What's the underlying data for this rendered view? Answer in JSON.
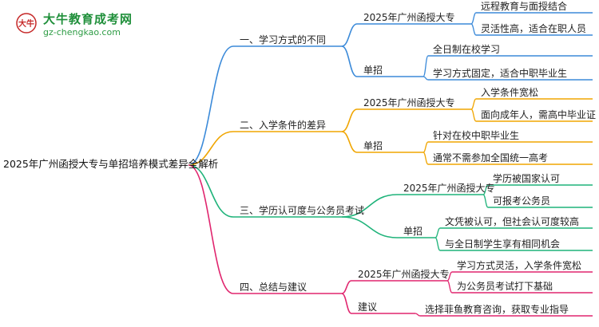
{
  "logo": {
    "name": "大牛教育成考网",
    "url": "gz-chengkao.com",
    "badge_text": "大牛"
  },
  "root": {
    "label": "2025年广州函授大专与单招培养模式差异全解析"
  },
  "branches": [
    {
      "label": "一、学习方式的不同",
      "color": "#3b8ad9",
      "children": [
        {
          "label": "2025年广州函授大专",
          "leaves": [
            "远程教育与面授结合",
            "灵活性高，适合在职人员"
          ]
        },
        {
          "label": "单招",
          "leaves": [
            "全日制在校学习",
            "学习方式固定，适合中职毕业生"
          ]
        }
      ]
    },
    {
      "label": "二、入学条件的差异",
      "color": "#f0a500",
      "children": [
        {
          "label": "2025年广州函授大专",
          "leaves": [
            "入学条件宽松",
            "面向成年人，需高中毕业证"
          ]
        },
        {
          "label": "单招",
          "leaves": [
            "针对在校中职毕业生",
            "通常不需参加全国统一高考"
          ]
        }
      ]
    },
    {
      "label": "三、学历认可度与公务员考试",
      "color": "#1fb37a",
      "children": [
        {
          "label": "2025年广州函授大专",
          "leaves": [
            "学历被国家认可",
            "可报考公务员"
          ]
        },
        {
          "label": "单招",
          "leaves": [
            "文凭被认可，但社会认可度较高",
            "与全日制学生享有相同机会"
          ]
        }
      ]
    },
    {
      "label": "四、总结与建议",
      "color": "#e0256e",
      "children": [
        {
          "label": "2025年广州函授大专",
          "leaves": [
            "学习方式灵活，入学条件宽松",
            "为公务员考试打下基础"
          ]
        },
        {
          "label": "建议",
          "leaves": [
            "选择菲鱼教育咨询，获取专业指导"
          ]
        }
      ]
    }
  ]
}
